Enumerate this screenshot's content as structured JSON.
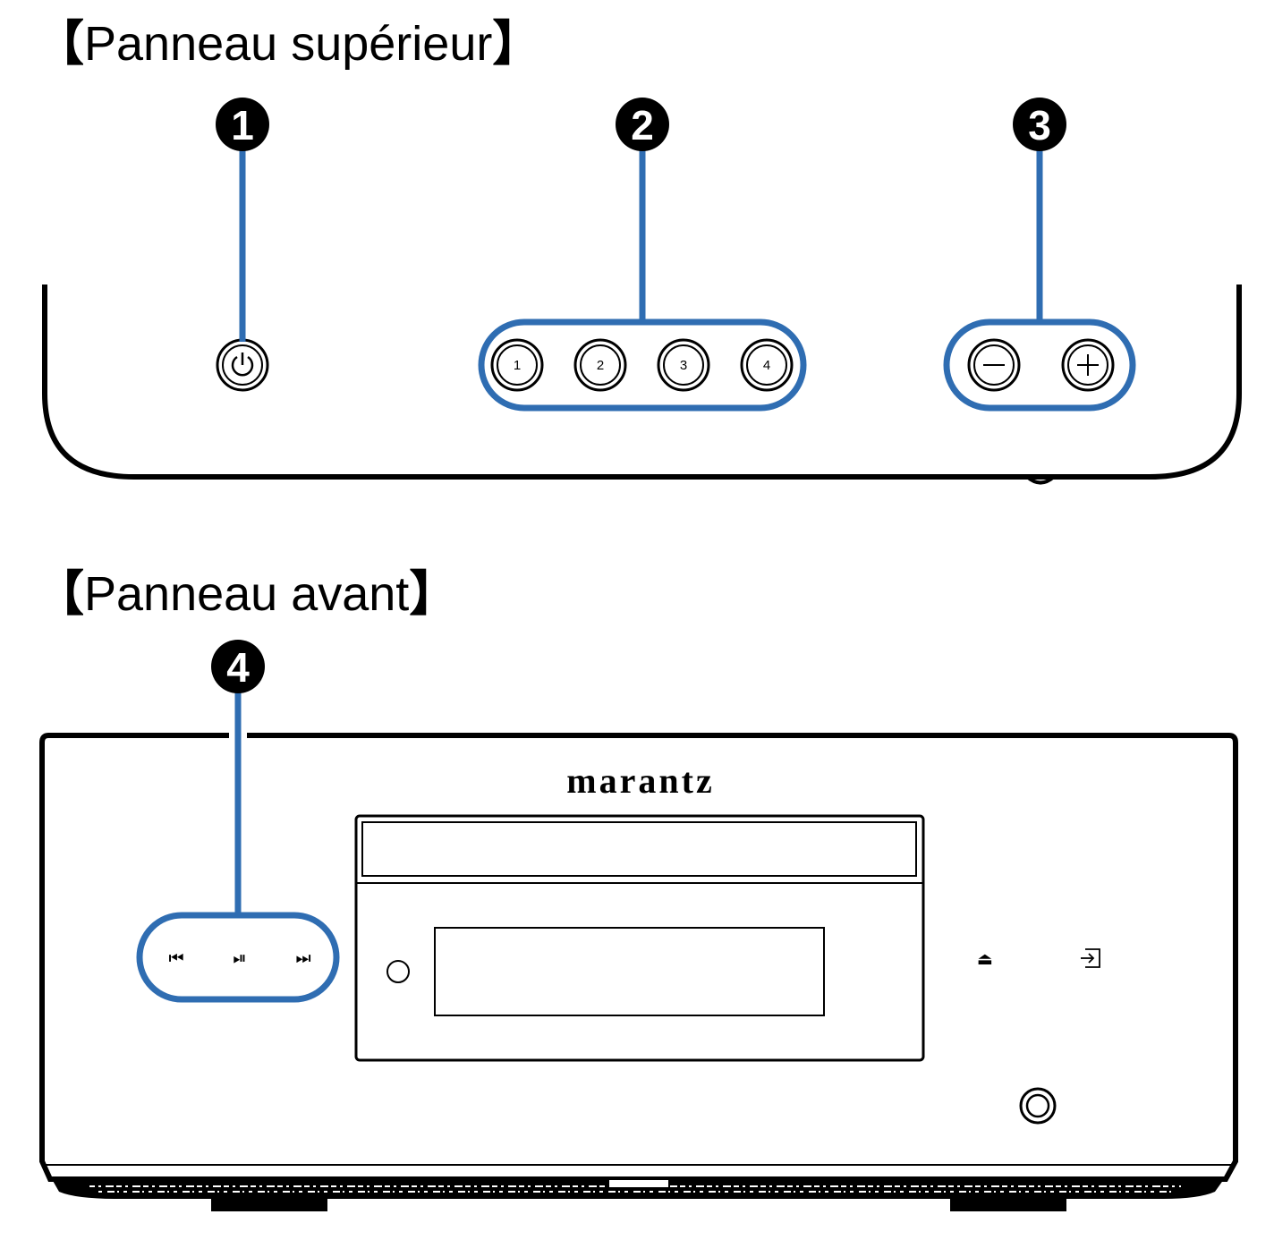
{
  "headings": {
    "top_panel": "Panneau supérieur",
    "front_panel": "Panneau avant",
    "bracket_open": "【",
    "bracket_close": "】"
  },
  "callouts": [
    "1",
    "2",
    "3",
    "4"
  ],
  "top_panel": {
    "preset_buttons": [
      "1",
      "2",
      "3",
      "4"
    ],
    "power_icon": "power-icon",
    "volume_icons": [
      "minus-icon",
      "plus-icon"
    ]
  },
  "front_panel": {
    "brand": "marantz",
    "transport_glyphs": {
      "previous": "⏮",
      "play_pause": "⏯",
      "next": "⏭"
    },
    "eject_glyph": "⏏",
    "input_icon": "input-icon",
    "headphone_icon": "headphone-jack-icon",
    "sensor_icon": "remote-sensor-icon"
  },
  "colors": {
    "callout_line": "#2f6db2",
    "outline": "#000000"
  }
}
